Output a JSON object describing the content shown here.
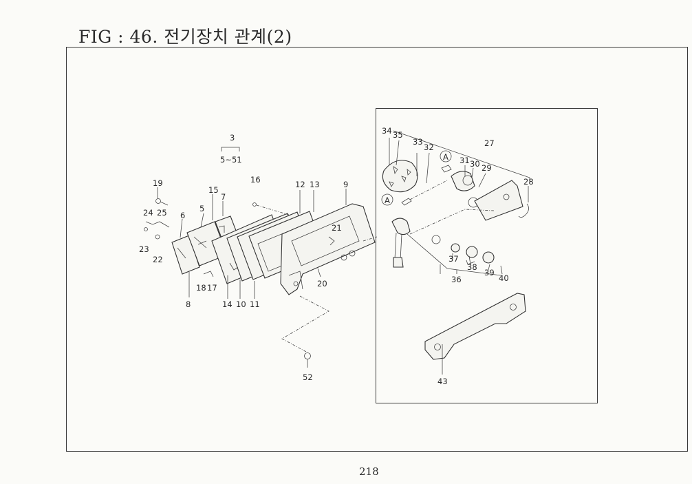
{
  "header": {
    "title": "FIG : 46. 전기장치 관계(2)"
  },
  "footer": {
    "page_number": "218"
  },
  "callouts": {
    "assembly_top": "3",
    "assembly_range": "5~51",
    "circle_a": "A",
    "parts": [
      "19",
      "24",
      "25",
      "23",
      "22",
      "6",
      "5",
      "15",
      "7",
      "16",
      "12",
      "13",
      "9",
      "21",
      "20",
      "18",
      "17",
      "8",
      "14",
      "10",
      "11",
      "52",
      "34",
      "35",
      "33",
      "32",
      "27",
      "31",
      "30",
      "29",
      "28",
      "37",
      "38",
      "39",
      "40",
      "36",
      "43"
    ]
  }
}
